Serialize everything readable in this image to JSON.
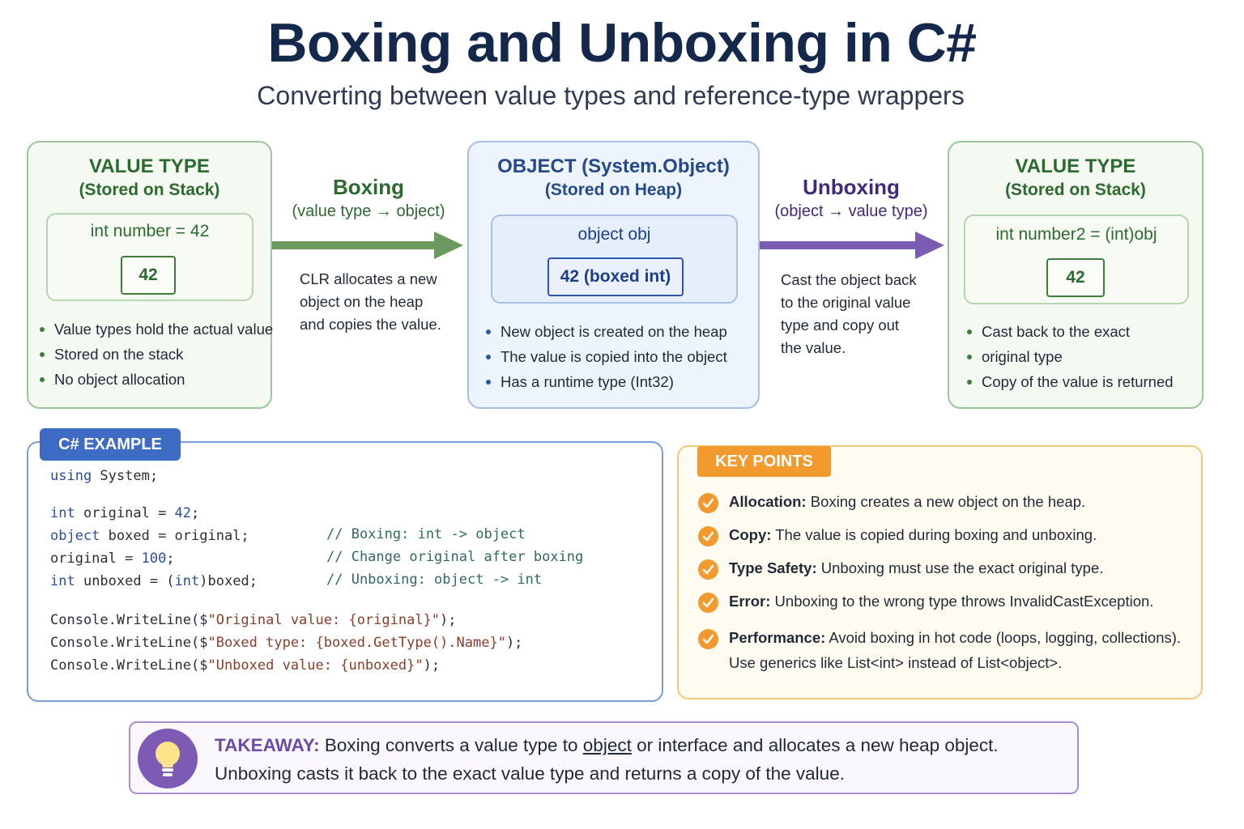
{
  "header": {
    "title": "Boxing and Unboxing in C#",
    "subtitle": "Converting between value types and reference-type wrappers"
  },
  "value_type_left": {
    "title": "VALUE TYPE",
    "subtitle": "(Stored on Stack)",
    "declaration": "int number = 42",
    "value": "42",
    "bullets": [
      "Value types hold the actual value",
      "Stored on the stack",
      "No object allocation"
    ]
  },
  "boxing": {
    "label": "Boxing",
    "sub": "(value type → object)",
    "desc": [
      "CLR allocates a new",
      "object on the heap",
      "and copies the value."
    ]
  },
  "object_box": {
    "title": "OBJECT (System.Object)",
    "subtitle": "(Stored on Heap)",
    "declaration": "object obj",
    "value": "42 (boxed int)",
    "bullets": [
      "New object is created on the heap",
      "The value is copied into the object",
      "Has a runtime type (Int32)"
    ]
  },
  "unboxing": {
    "label": "Unboxing",
    "sub": "(object → value type)",
    "desc": [
      "Cast the object back",
      "to the original value",
      "type and copy out",
      "the value."
    ]
  },
  "value_type_right": {
    "title": "VALUE TYPE",
    "subtitle": "(Stored on Stack)",
    "declaration": "int number2 = (int)obj",
    "value": "42",
    "bullets": [
      "Cast back to the exact",
      "original type",
      "Copy of the value is returned"
    ]
  },
  "code_example": {
    "tab": "C# EXAMPLE",
    "using_kw": "using",
    "using_rest": " System;",
    "l1": {
      "kw": "int",
      "mid": " original = ",
      "num": "42",
      "end": ";"
    },
    "l2": {
      "kw": "object",
      "mid": " boxed = original;",
      "comment": "// Boxing: int -> object"
    },
    "l3": {
      "pre": "original = ",
      "num": "100",
      "end": ";",
      "comment": "// Change original after boxing"
    },
    "l4": {
      "kw": "int",
      "mid": " unboxed = (",
      "kw2": "int",
      "end": ")boxed;",
      "comment": "// Unboxing: object -> int"
    },
    "c1": {
      "pre": "Console.WriteLine($",
      "str": "\"Original value: {original}\"",
      "end": ");"
    },
    "c2": {
      "pre": "Console.WriteLine($",
      "str": "\"Boxed type: {boxed.GetType().Name}\"",
      "end": ");"
    },
    "c3": {
      "pre": "Console.WriteLine($",
      "str": "\"Unboxed value: {unboxed}\"",
      "end": ");"
    }
  },
  "key_points": {
    "tab": "KEY POINTS",
    "items": [
      {
        "bold": "Allocation:",
        "text": " Boxing creates a new object on the heap."
      },
      {
        "bold": "Copy:",
        "text": " The value is copied during boxing and unboxing."
      },
      {
        "bold": "Type Safety:",
        "text": " Unboxing must use the exact original type."
      },
      {
        "bold": "Error:",
        "text": " Unboxing to the wrong type throws InvalidCastException."
      },
      {
        "bold": "Performance:",
        "text": " Avoid boxing in hot code (loops, logging, collections)."
      }
    ],
    "extra_line": "Use generics like List<int> instead of List<object>."
  },
  "takeaway": {
    "label": "TAKEAWAY:",
    "line1_a": " Boxing converts a value type to ",
    "line1_u": "object",
    "line1_b": " or interface and allocates a new heap object.",
    "line2": "Unboxing casts it back to the exact value type and returns a copy of the value."
  },
  "colors": {
    "green": "#3f7d3b",
    "blue": "#2d56a8",
    "purple": "#7d5bb5",
    "orange": "#f29a2e",
    "title": "#14284b"
  },
  "icons": {
    "boxing_arrow": "right-arrow-icon",
    "unboxing_arrow": "right-arrow-icon",
    "check": "check-circle-icon",
    "takeaway": "lightbulb-icon"
  }
}
